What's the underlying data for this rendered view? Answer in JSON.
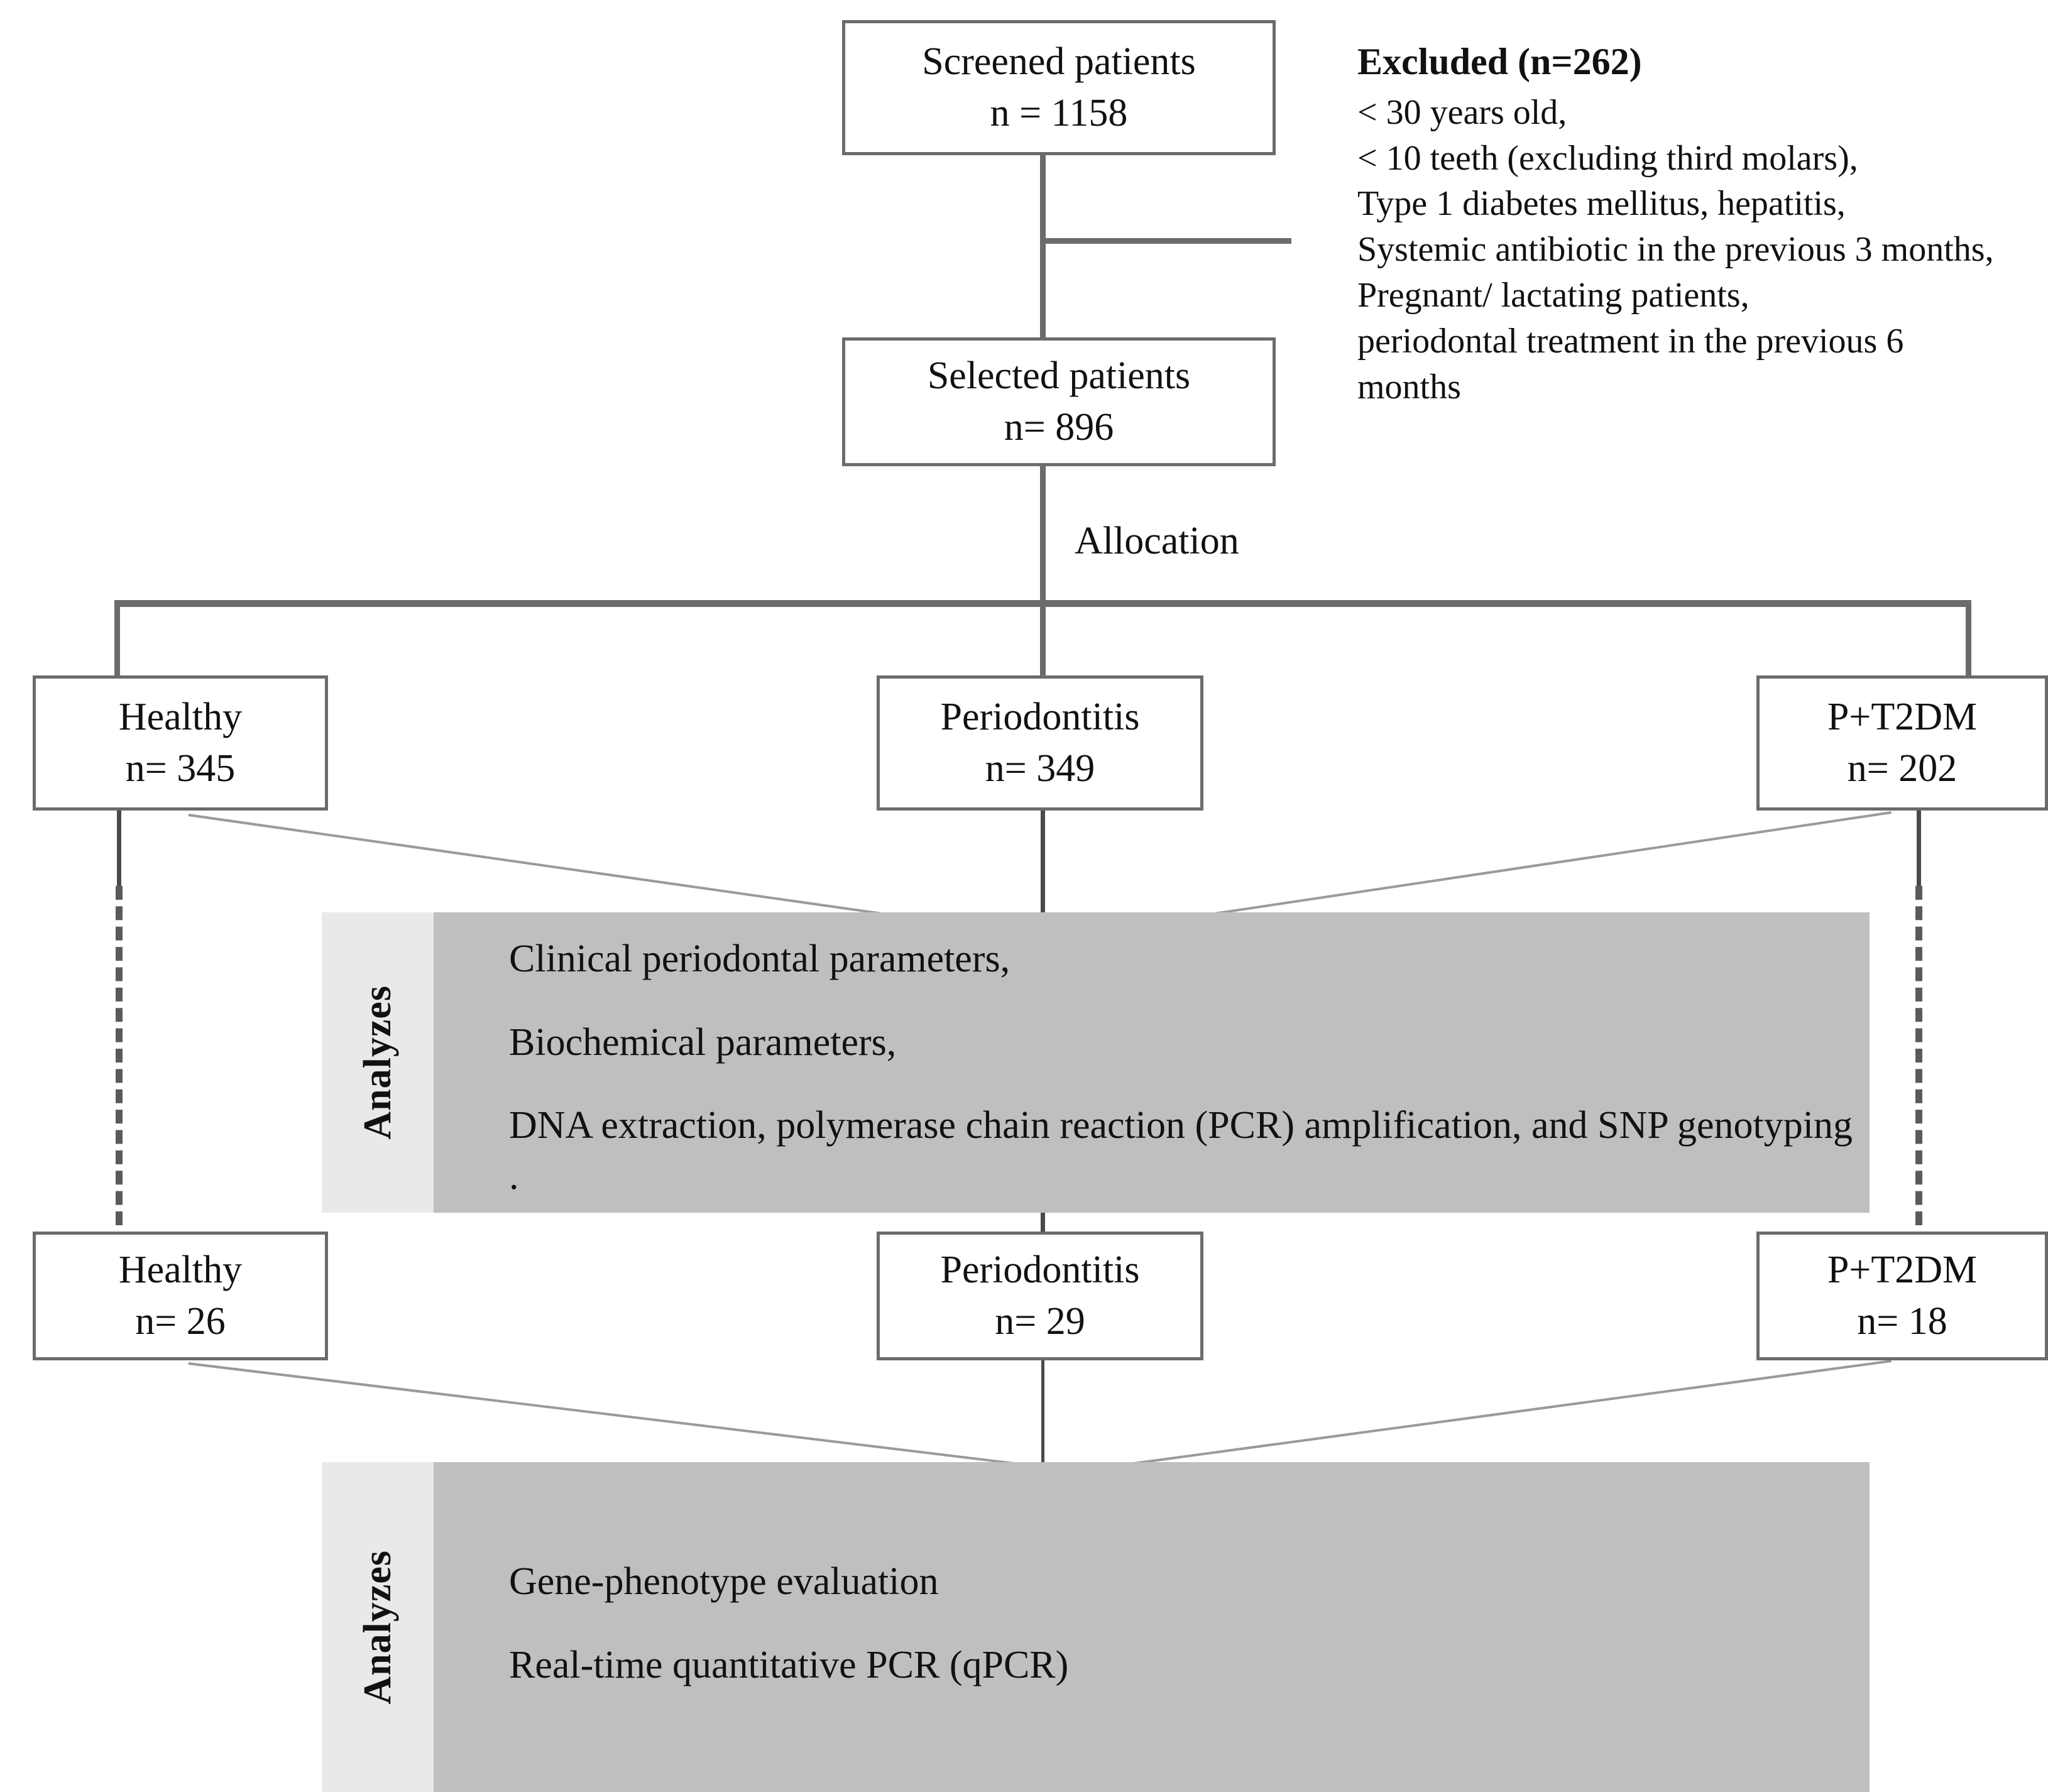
{
  "flowchart": {
    "screened": {
      "title": "Screened patients",
      "count": "n = 1158"
    },
    "excluded": {
      "title": "Excluded (n=262)",
      "criteria": [
        "< 30 years old,",
        "< 10 teeth (excluding third molars),",
        "Type 1 diabetes mellitus, hepatitis,",
        "Systemic antibiotic in the previous 3 months,",
        "Pregnant/ lactating patients,",
        "periodontal treatment in the previous 6",
        "months"
      ]
    },
    "selected": {
      "title": "Selected patients",
      "count": "n= 896"
    },
    "allocation_label": "Allocation",
    "groups_row1": [
      {
        "name": "Healthy",
        "count": "n= 345"
      },
      {
        "name": "Periodontitis",
        "count": "n= 349"
      },
      {
        "name": "P+T2DM",
        "count": "n= 202"
      }
    ],
    "analyzes_panel_1": {
      "tab_label": "Analyzes",
      "lines": [
        "Clinical periodontal parameters,",
        "Biochemical parameters,",
        "DNA extraction, polymerase chain reaction (PCR) amplification, and SNP genotyping ."
      ]
    },
    "groups_row2": [
      {
        "name": "Healthy",
        "count": "n= 26"
      },
      {
        "name": "Periodontitis",
        "count": "n= 29"
      },
      {
        "name": "P+T2DM",
        "count": "n= 18"
      }
    ],
    "analyzes_panel_2": {
      "tab_label": "Analyzes",
      "lines": [
        "Gene-phenotype evaluation",
        "Real-time quantitative PCR (qPCR)"
      ]
    }
  },
  "colors": {
    "box_border": "#6b6b6b",
    "connector": "#6b6b6b",
    "panel_body": "#bfbfbf",
    "panel_tab": "#e9e9e9",
    "text": "#111111"
  }
}
